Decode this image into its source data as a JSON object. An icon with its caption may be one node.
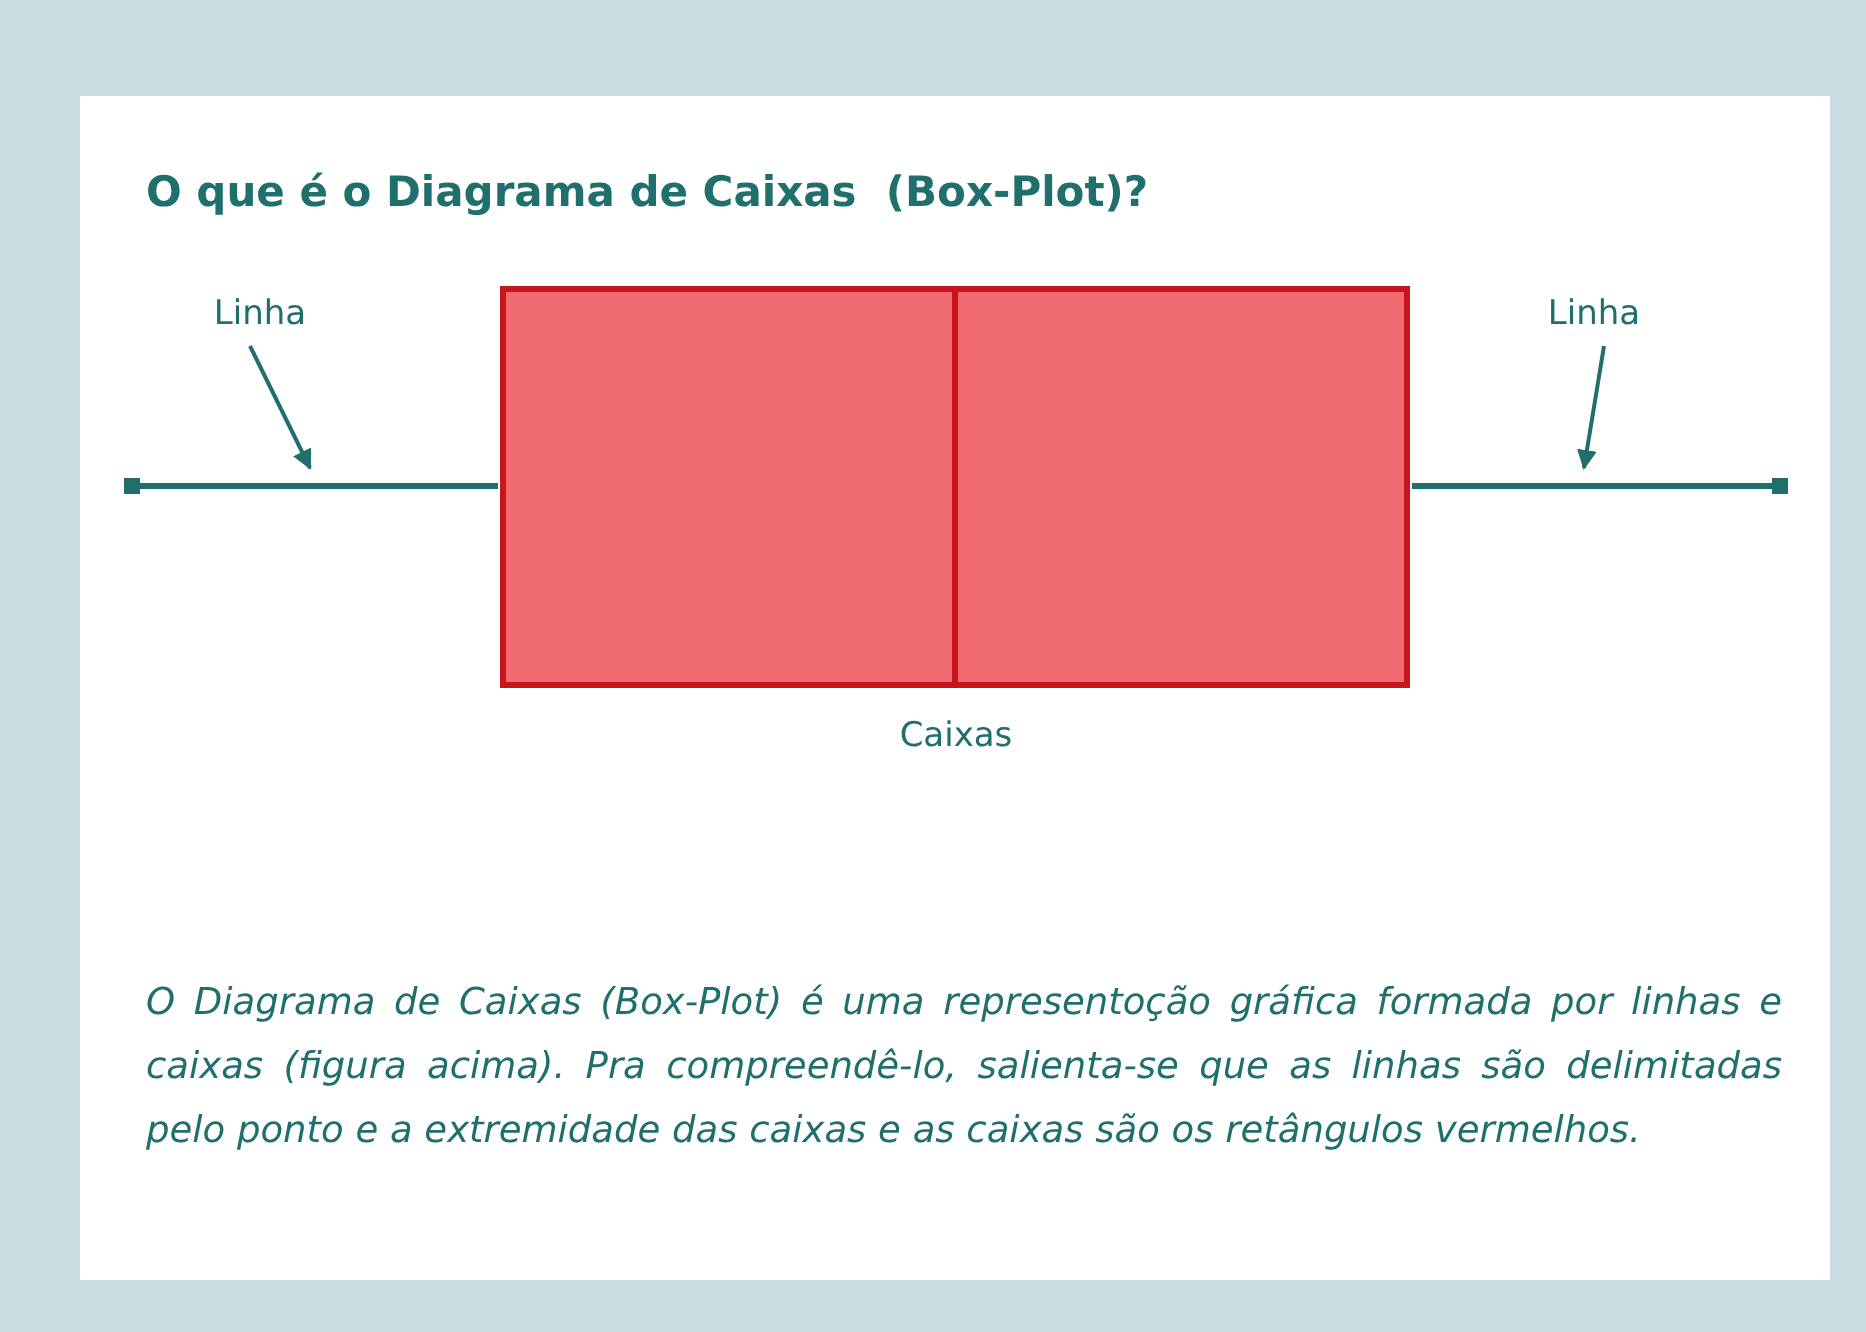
{
  "diagram": {
    "title": "O que é o Diagrama de Caixas  (Box-Plot)?",
    "caption": "O Diagrama de Caixas (Box-Plot) é uma representoção gráfica formada por linhas e caixas (figura acima). Pra compreendê-lo, salienta-se que as linhas são delimitadas pelo ponto e a extremidade das caixas e as caixas são os retângulos vermelhos.",
    "nodes": [
      {
        "text": [
          "Linha"
        ]
      },
      {
        "text": [],
        "shape": "box"
      },
      {
        "text": [],
        "shape": "box"
      },
      {
        "text": [
          "Linha"
        ]
      },
      {
        "text": [],
        "shape": "line"
      },
      {
        "text": [],
        "shape": "line"
      }
    ],
    "edges": [
      {
        "from": 0,
        "to": 4,
        "arrow": "to"
      },
      {
        "from": 3,
        "to": 5,
        "arrow": "to"
      }
    ],
    "labels": [
      "Caixas"
    ]
  }
}
